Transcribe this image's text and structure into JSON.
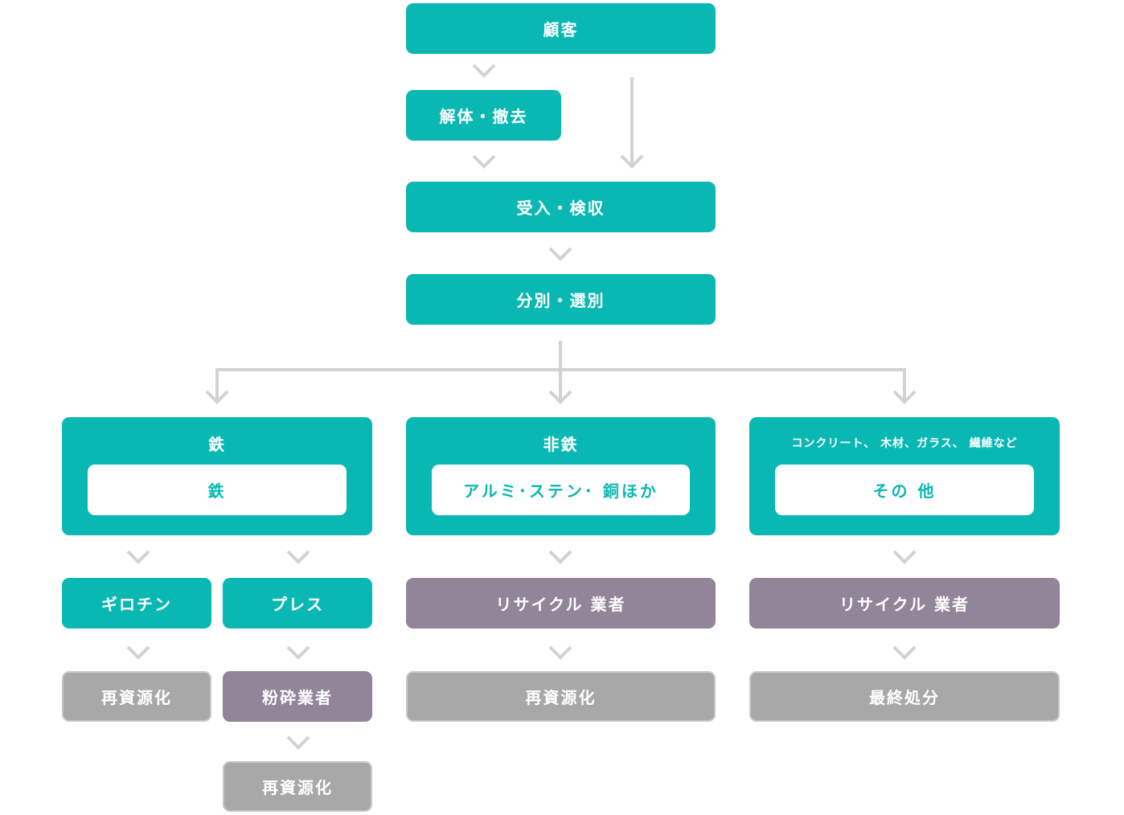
{
  "nodes": {
    "customer": "顧客",
    "demolition": "解体・撤去",
    "acceptance": "受入・検収",
    "sorting": "分別・選別"
  },
  "groups": {
    "iron": {
      "title": "鉄",
      "inner": "鉄"
    },
    "nonferrous": {
      "title": "非鉄",
      "inner": "アルミ･ステン･ 銅ほか"
    },
    "other": {
      "title": "コンクリート、 木材、ガラス、 繊維など",
      "inner": "その 他"
    }
  },
  "level2": {
    "guillotine": "ギロチン",
    "press": "プレス",
    "recycler_nonferrous": "リサイクル 業者",
    "recycler_other": "リサイクル 業者"
  },
  "level3": {
    "recycle_guillotine": "再資源化",
    "crusher": "粉砕業者",
    "recycle_nonferrous": "再資源化",
    "final_disposal": "最終処分"
  },
  "level4": {
    "recycle_press": "再資源化"
  },
  "colors": {
    "teal": "#0ab8b3",
    "purple": "#928499",
    "gray": "#a8a8a8",
    "connector": "#d2d2d2"
  }
}
